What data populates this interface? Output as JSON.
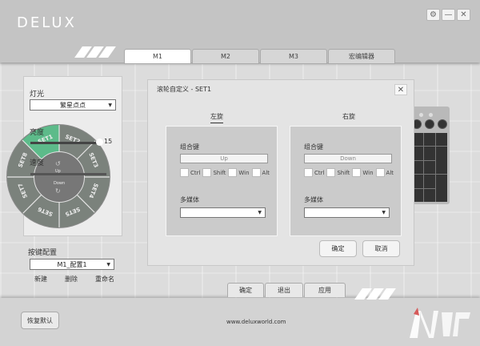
{
  "header": {
    "logo": "DELUX",
    "window_controls": [
      {
        "name": "settings",
        "glyph": "⚙"
      },
      {
        "name": "minimize",
        "glyph": "—"
      },
      {
        "name": "close",
        "glyph": "✕"
      }
    ],
    "tabs": [
      {
        "label": "M1",
        "active": true
      },
      {
        "label": "M2",
        "active": false
      },
      {
        "label": "M3",
        "active": false
      },
      {
        "label": "宏编辑器",
        "active": false
      }
    ]
  },
  "left_panel": {
    "lighting_label": "灯光",
    "lighting_value": "繁星点点",
    "brightness_label": "亮度",
    "brightness_value": "15",
    "speed_label": "速度",
    "wheel": {
      "segments": [
        "SET1",
        "SET2",
        "SET3",
        "SET4",
        "SET5",
        "SET6",
        "SET7",
        "SET8"
      ],
      "active_segment": "SET1",
      "active_color": "#5dbb8a",
      "center_up": "Up",
      "center_down": "Down"
    },
    "profile_label": "按键配置",
    "profile_value": "M1_配置1",
    "profile_actions": [
      "新建",
      "删除",
      "重命名"
    ]
  },
  "dialog": {
    "title": "滚轮自定义 - SET1",
    "tabs": [
      {
        "label": "左旋",
        "active": true
      },
      {
        "label": "右旋",
        "active": false
      }
    ],
    "left": {
      "combo_label": "组合键",
      "key_value": "Up",
      "modifiers": [
        "Ctrl",
        "Shift",
        "Win",
        "Alt"
      ],
      "media_label": "多媒体",
      "media_value": ""
    },
    "right": {
      "combo_label": "组合键",
      "key_value": "Down",
      "modifiers": [
        "Ctrl",
        "Shift",
        "Win",
        "Alt"
      ],
      "media_label": "多媒体",
      "media_value": ""
    },
    "ok_label": "确定",
    "cancel_label": "取消"
  },
  "bottom_bar": {
    "buttons": [
      "确定",
      "退出",
      "应用"
    ],
    "reset_label": "恢复默认",
    "url": "www.deluxworld.com"
  }
}
